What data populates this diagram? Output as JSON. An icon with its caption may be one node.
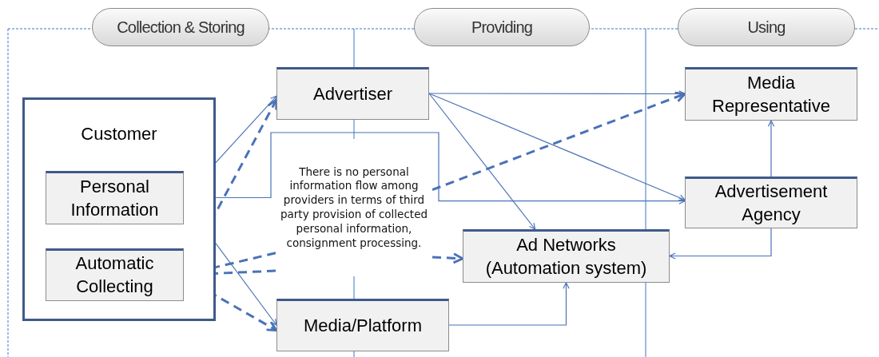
{
  "diagram": {
    "nodes": [
      {
        "text": [
          "Collection & Storing"
        ]
      },
      {
        "text": [
          "Providing"
        ]
      },
      {
        "text": [
          "Using"
        ]
      },
      {
        "text": [
          "Customer"
        ]
      },
      {
        "text": [
          "Personal Information"
        ],
        "in": 3
      },
      {
        "text": [
          "Automatic Collecting"
        ],
        "in": 3
      },
      {
        "text": [
          "Advertiser"
        ]
      },
      {
        "text": [
          "Media/Platform"
        ]
      },
      {
        "text": [
          "Ad Networks (Automation system)"
        ]
      },
      {
        "text": [
          "Media Representative"
        ]
      },
      {
        "text": [
          "Advertisement Agency"
        ]
      },
      {
        "text": [
          "There is no personal information flow among providers in terms of third party provision of collected personal information, consignment processing."
        ]
      }
    ],
    "edges": [
      {
        "from": 4,
        "to": 6,
        "arrow": "to"
      },
      {
        "from": 4,
        "to": 10,
        "arrow": "to"
      },
      {
        "from": 4,
        "to": 7,
        "arrow": "to"
      },
      {
        "from": 5,
        "to": 6,
        "arrow": "to",
        "style": "dashed"
      },
      {
        "from": 5,
        "to": 7,
        "arrow": "to",
        "style": "dashed"
      },
      {
        "from": 11,
        "to": 5,
        "arrow": "to",
        "style": "dashed"
      },
      {
        "from": 11,
        "to": 5,
        "arrow": "to",
        "style": "dashed"
      },
      {
        "from": 11,
        "to": 9,
        "arrow": "to",
        "style": "dashed"
      },
      {
        "from": 11,
        "to": 8,
        "arrow": "to",
        "style": "dashed"
      },
      {
        "from": 6,
        "to": 9,
        "arrow": "to"
      },
      {
        "from": 6,
        "to": 10,
        "arrow": "to"
      },
      {
        "from": 6,
        "to": 8,
        "arrow": "to"
      },
      {
        "from": 10,
        "to": 9,
        "arrow": "to"
      },
      {
        "from": 10,
        "to": 8,
        "arrow": "to"
      },
      {
        "from": 7,
        "to": 8,
        "arrow": "to"
      }
    ]
  }
}
